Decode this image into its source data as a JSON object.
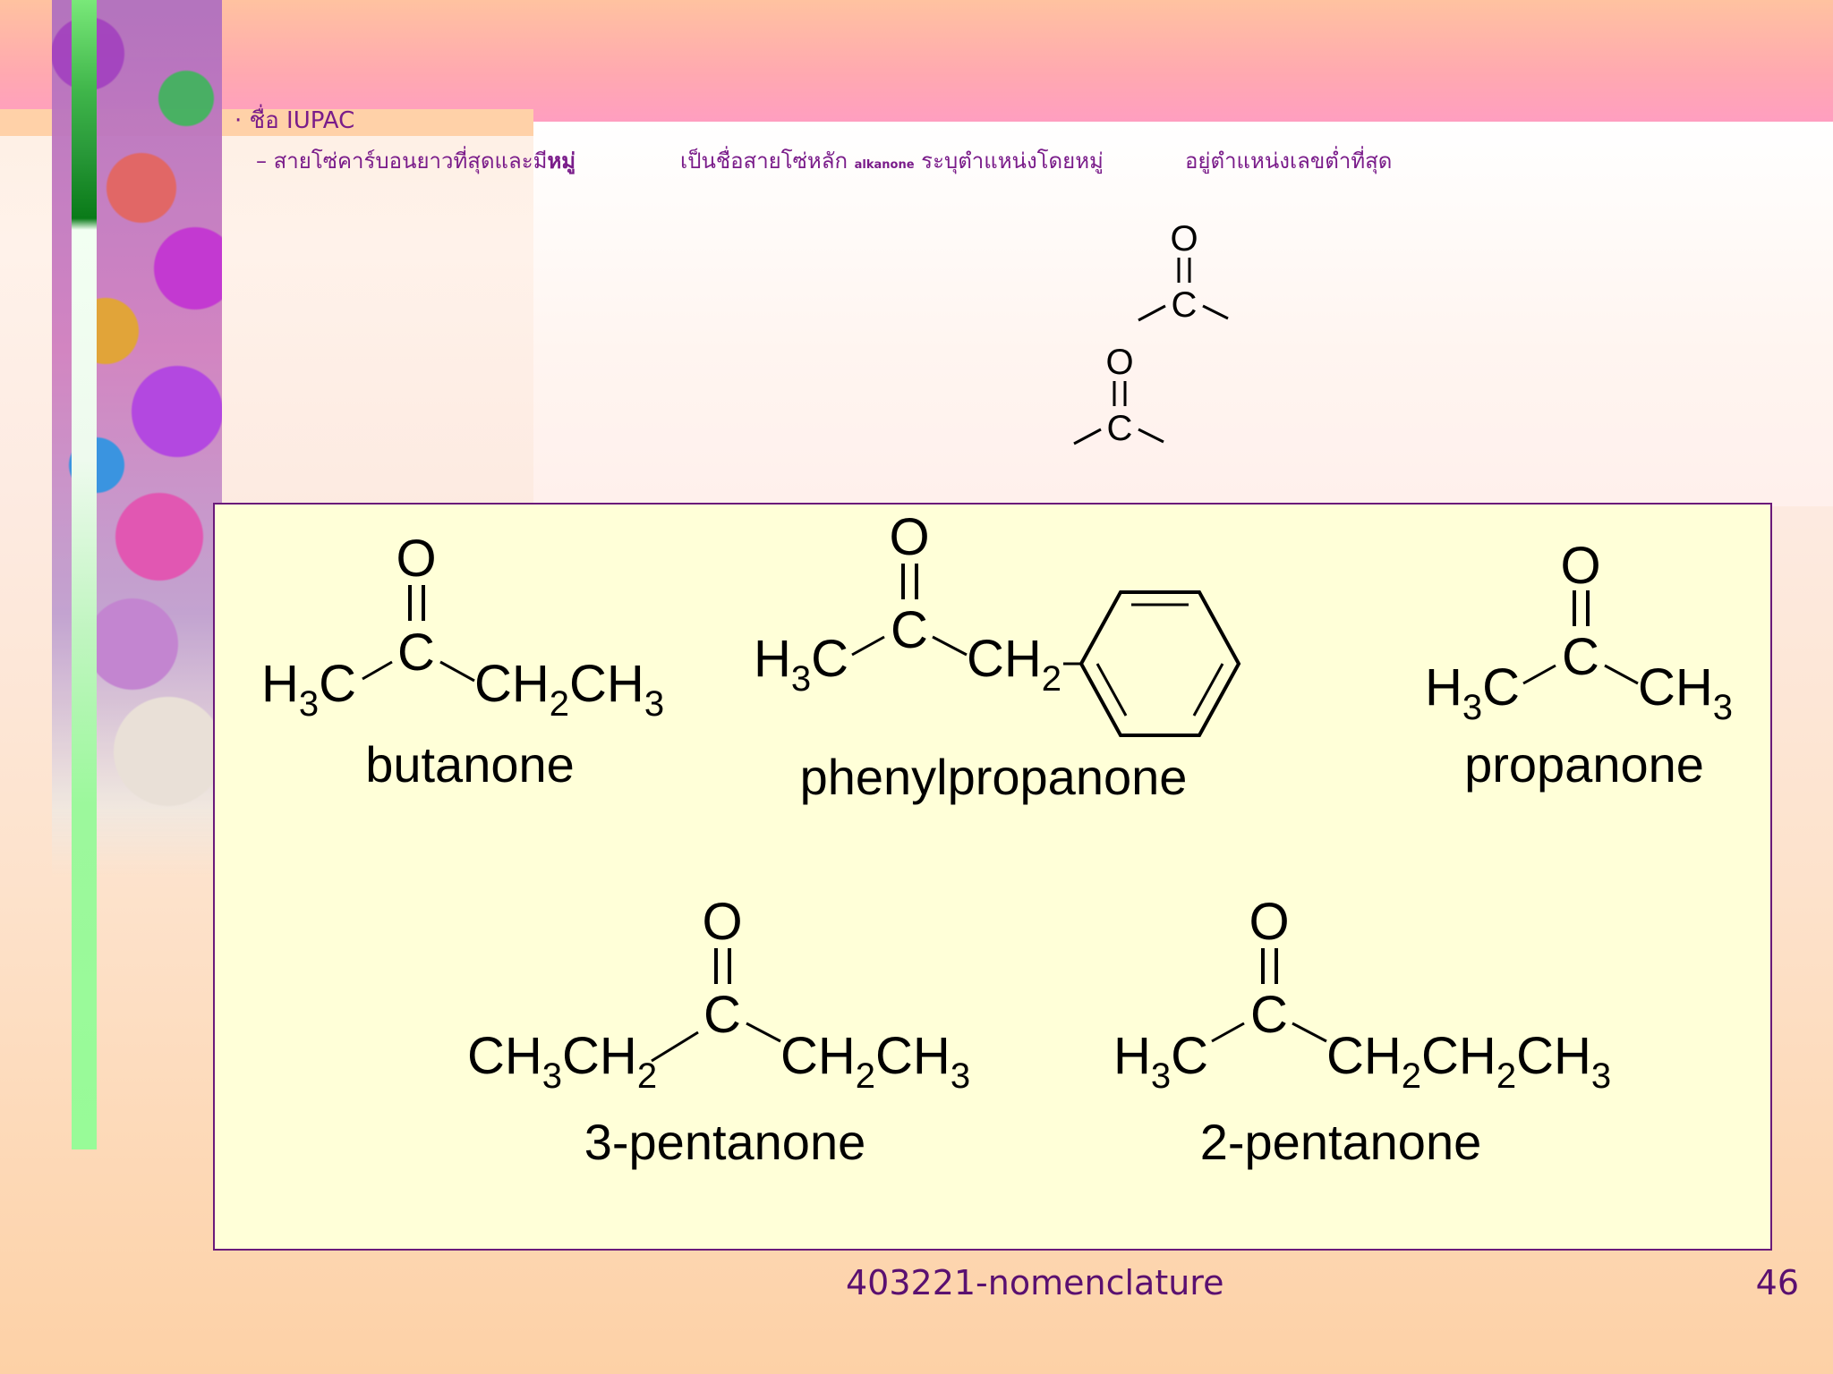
{
  "slide": {
    "bullet": "· ชื่อ IUPAC",
    "sub": {
      "part1": "– สายโซ่คาร์บอนยาวที่สุดและมี",
      "part1_bold": "หมู่",
      "part2": "เป็นชื่อสายโซ่หลัก",
      "alkanone": "alkanone",
      "part3": "ระบุตำแหน่งโดยหมู่",
      "part4": "อยู่ตำแหน่งเลขต่ำที่สุด"
    },
    "footer": "403221-nomenclature",
    "page_number": "46"
  },
  "molecules": {
    "butanone": "butanone",
    "phenylpropanone": "phenylpropanone",
    "propanone": "propanone",
    "pentanone3": "3-pentanone",
    "pentanone2": "2-pentanone"
  },
  "atoms": {
    "O": "O",
    "C": "C",
    "H": "H",
    "CH": "CH",
    "num2": "2",
    "num3": "3"
  },
  "colors": {
    "text_purple": "#7a1c8a",
    "box_fill": "#ffffd8",
    "box_border": "#6a1a7a"
  }
}
